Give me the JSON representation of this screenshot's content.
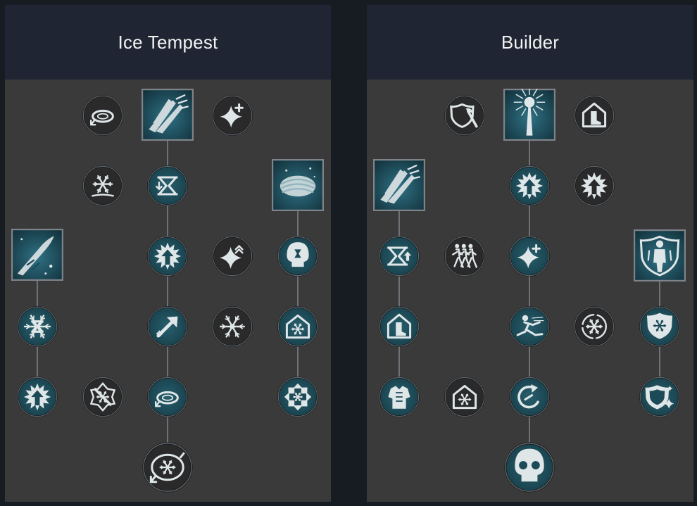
{
  "trees": [
    {
      "id": "left",
      "title": "Ice Tempest",
      "nodes": [
        {
          "name": "orbit-return-icon",
          "shape": "round",
          "active": false
        },
        {
          "name": "ice-shards-icon",
          "shape": "square",
          "active": true
        },
        {
          "name": "sparkle-plus-icon",
          "shape": "round",
          "active": false
        },
        {
          "name": "snowflake-ground-icon",
          "shape": "round",
          "active": false
        },
        {
          "name": "hourglass-down-icon",
          "shape": "round",
          "active": true
        },
        {
          "name": "ice-dome-icon",
          "shape": "square",
          "active": true
        },
        {
          "name": "frost-comet-icon",
          "shape": "square",
          "active": true
        },
        {
          "name": "burst-up-arrow-icon",
          "shape": "round",
          "active": true
        },
        {
          "name": "sparkle-chevrons-icon",
          "shape": "round",
          "active": false
        },
        {
          "name": "skull-hourglass-icon",
          "shape": "round",
          "active": true
        },
        {
          "name": "snowflake-hourglass-icon",
          "shape": "round",
          "active": true
        },
        {
          "name": "arrow-upright-icon",
          "shape": "round",
          "active": true
        },
        {
          "name": "snowflake-burst-icon",
          "shape": "round",
          "active": false
        },
        {
          "name": "house-snowflake-icon",
          "shape": "round",
          "active": true
        },
        {
          "name": "burst-up-arrow-icon",
          "shape": "round",
          "active": true
        },
        {
          "name": "snowflake-slash-icon",
          "shape": "round",
          "active": false
        },
        {
          "name": "orbit-return-icon",
          "shape": "round",
          "active": true
        },
        {
          "name": "snowflake-cross-icon",
          "shape": "round",
          "active": true
        },
        {
          "name": "orbit-snowflake-icon",
          "shape": "round",
          "active": false
        }
      ]
    },
    {
      "id": "right",
      "title": "Builder",
      "nodes": [
        {
          "name": "shield-axe-icon",
          "shape": "round",
          "active": false
        },
        {
          "name": "light-pillar-icon",
          "shape": "square",
          "active": true
        },
        {
          "name": "house-boot-icon",
          "shape": "round",
          "active": false
        },
        {
          "name": "ice-shards-icon",
          "shape": "square",
          "active": true
        },
        {
          "name": "burst-up-arrow-icon",
          "shape": "round",
          "active": true
        },
        {
          "name": "burst-up-arrow-icon",
          "shape": "round",
          "active": false
        },
        {
          "name": "hourglass-up-icon",
          "shape": "round",
          "active": true
        },
        {
          "name": "running-figures-icon",
          "shape": "round",
          "active": false
        },
        {
          "name": "sparkle-plus-icon",
          "shape": "round",
          "active": true
        },
        {
          "name": "frozen-figure-shield-icon",
          "shape": "square",
          "active": true
        },
        {
          "name": "house-boot-icon",
          "shape": "round",
          "active": true
        },
        {
          "name": "figure-slide-icon",
          "shape": "round",
          "active": true
        },
        {
          "name": "snowflake-circle-icon",
          "shape": "round",
          "active": false
        },
        {
          "name": "shield-snowflake-icon",
          "shape": "round",
          "active": true
        },
        {
          "name": "armor-icon",
          "shape": "round",
          "active": true
        },
        {
          "name": "house-snowflake-icon",
          "shape": "round",
          "active": false
        },
        {
          "name": "circular-arrow-icon",
          "shape": "round",
          "active": true
        },
        {
          "name": "shield-sparkle-icon",
          "shape": "round",
          "active": true
        },
        {
          "name": "skull-snowflake-icon",
          "shape": "round",
          "active": true
        }
      ]
    }
  ],
  "colors": {
    "background": "#171b22",
    "panel": "#3a3a3b",
    "header": "#1f2532",
    "active_fill": "#1c4a57",
    "inactive_fill": "#2a2a2b",
    "icon": "#dfe6e8",
    "connector": "#6e7277"
  }
}
